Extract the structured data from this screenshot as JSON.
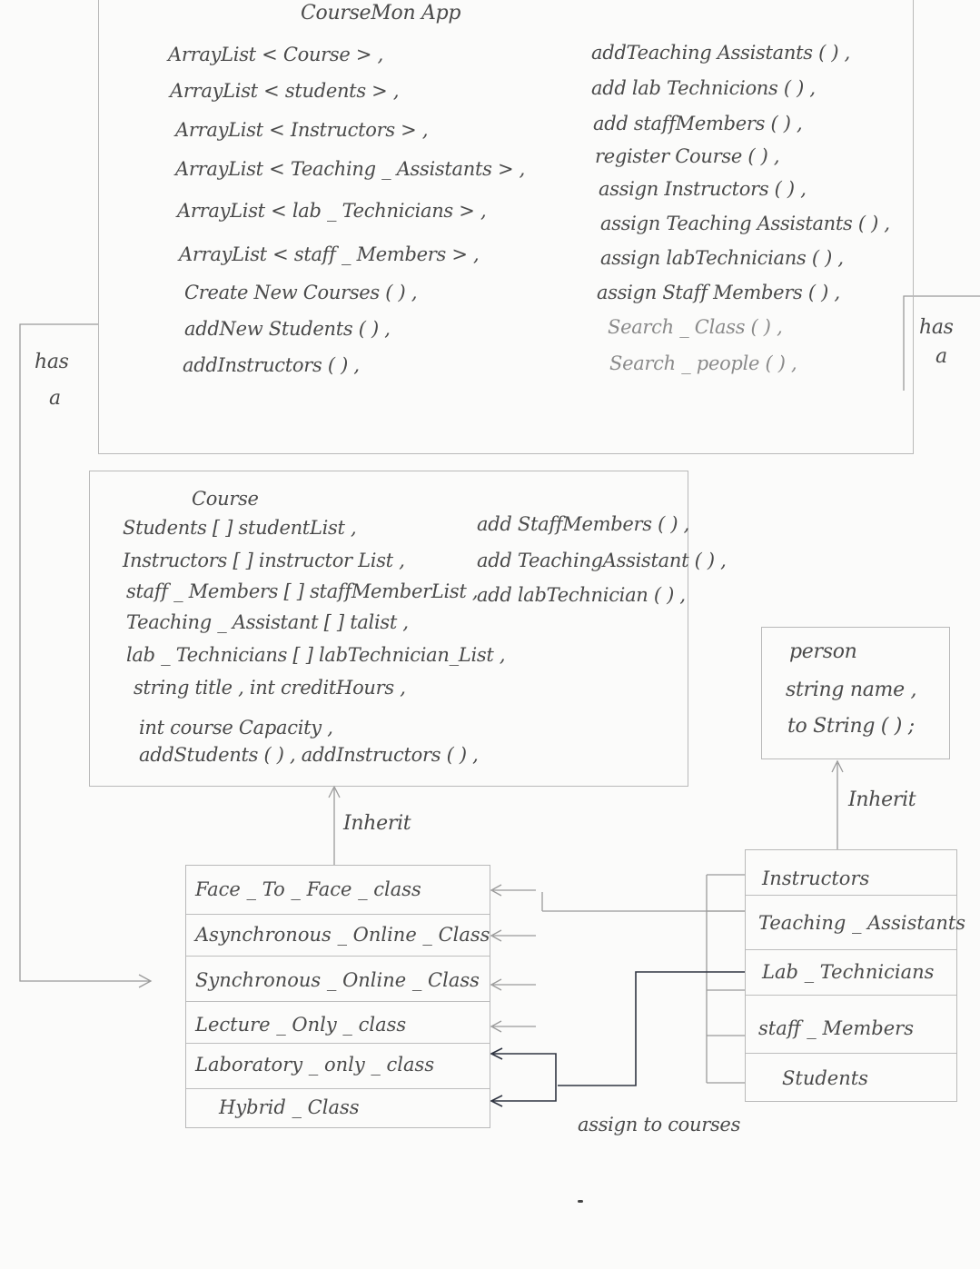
{
  "app": {
    "title": "CourseMon App",
    "left_members": [
      "ArrayList  < Course  > ,",
      "ArrayList  < students > ,",
      "ArrayList  < Instructors > ,",
      "ArrayList  < Teaching _ Assistants > ,",
      "ArrayList  < lab _ Technicians > ,",
      "ArrayList  < staff _ Members > ,",
      "Create New Courses ( ) ,",
      "addNew Students ( ) ,",
      "addInstructors ( ) ,"
    ],
    "right_members": [
      "addTeaching Assistants ( ) ,",
      "add lab Technicions ( ) ,",
      "add staffMembers ( ) ,",
      "register Course ( ) ,",
      "assign Instructors ( ) ,",
      "assign Teaching Assistants ( ) ,",
      "assign labTechnicians ( ) ,",
      "assign Staff Members ( ) ,",
      "Search _ Class ( ) ,",
      "Search _ people ( ) ,"
    ]
  },
  "course": {
    "title": "Course",
    "left_members": [
      "Students [ ] studentList ,",
      "Instructors [ ] instructor List ,",
      "staff _ Members [ ] staffMemberList ,",
      "Teaching _ Assistant [ ] talist ,",
      "lab _ Technicians [ ] labTechnician_List ,",
      "string  title ,      int  creditHours ,",
      "int  course Capacity ,",
      "addStudents ( ) ,    addInstructors ( ) ,"
    ],
    "right_members": [
      "add StaffMembers ( ) ,",
      "add TeachingAssistant ( ) ,",
      "add labTechnician ( ) ,"
    ]
  },
  "person": {
    "title": "person",
    "members": [
      "string  name ,",
      "to String ( ) ;"
    ]
  },
  "class_types": [
    "Face _ To _ Face _ class",
    "Asynchronous _ Online _ Class",
    "Synchronous _ Online _ Class",
    "Lecture _ Only _ class",
    "Laboratory _ only _ class",
    "Hybrid _ Class"
  ],
  "people_types": [
    "Instructors",
    "Teaching _ Assistants",
    "Lab _ Technicians",
    "staff _ Members",
    "Students"
  ],
  "labels": {
    "has_a_left_1": "has",
    "has_a_left_2": "a",
    "has_a_right_1": "has",
    "has_a_right_2": "a",
    "inherit_course": "Inherit",
    "inherit_person": "Inherit",
    "assign": "assign  to  courses"
  }
}
